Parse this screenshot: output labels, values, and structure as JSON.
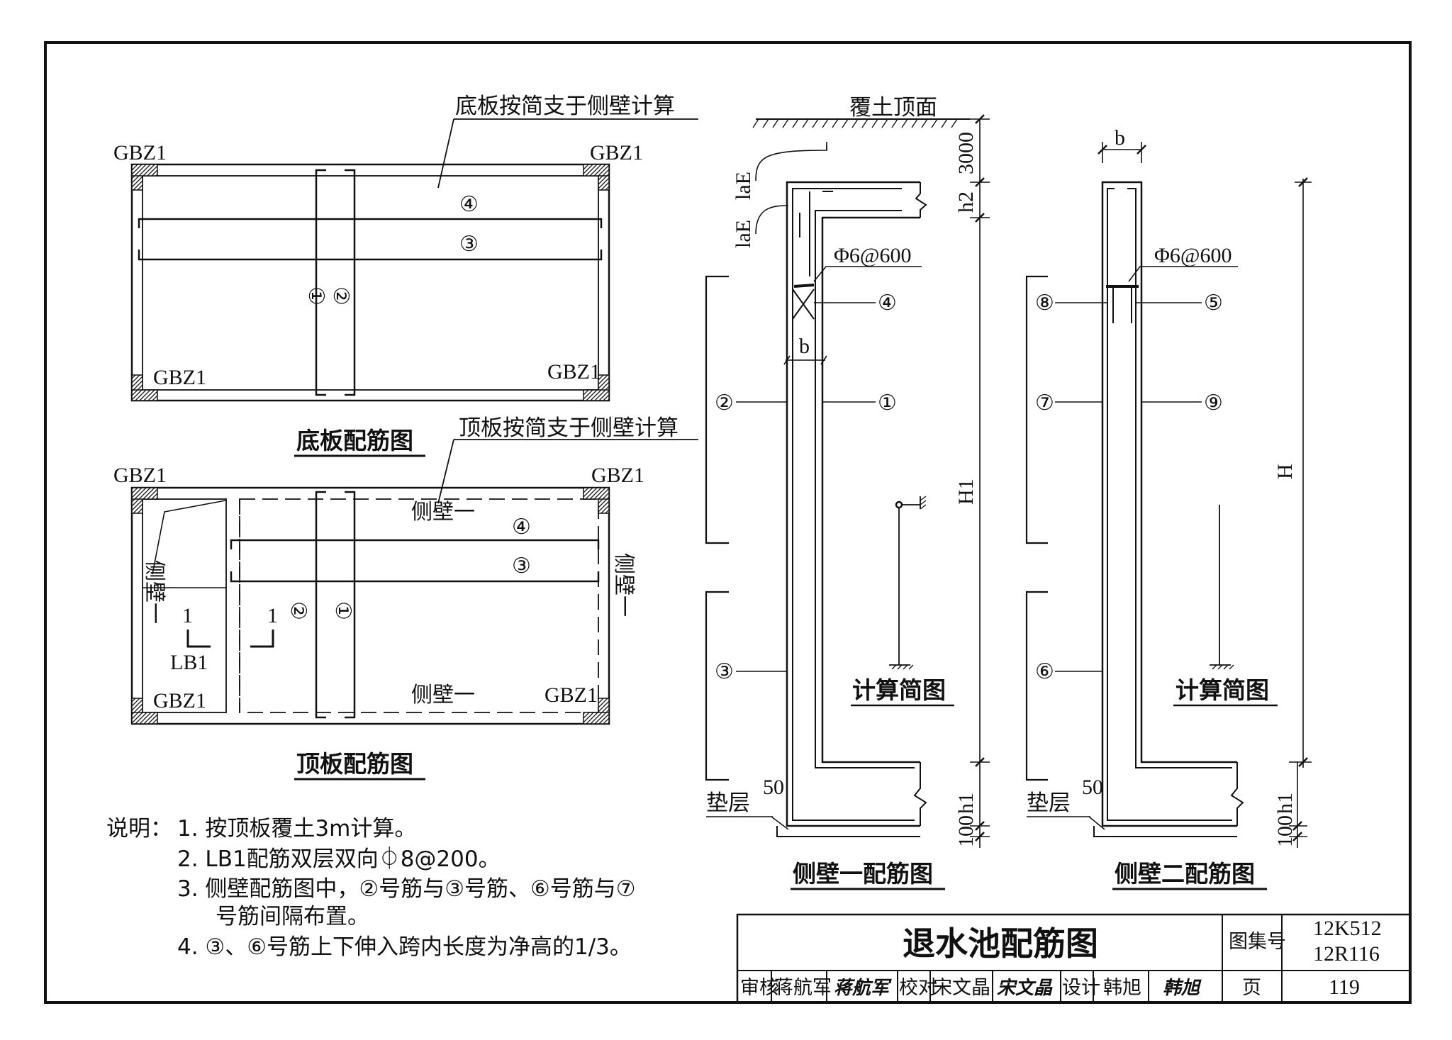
{
  "labels": {
    "gbz": "GBZ1",
    "bottom_note": "底板按简支于侧壁计算",
    "bottom_caption": "底板配筋图",
    "top_note": "顶板按简支于侧壁计算",
    "top_caption": "顶板配筋图",
    "side_wall_1": "侧壁一",
    "lb1": "LB1",
    "section_mark": "1",
    "soil_top": "覆土顶面",
    "d3000": "3000",
    "h2": "h2",
    "lae": "laE",
    "b": "b",
    "phi": "Φ6@600",
    "H1": "H1",
    "H": "H",
    "h1": "h1",
    "d100": "100",
    "d50": "50",
    "cushion": "垫层",
    "calc": "计算简图",
    "wall1_caption": "侧壁一配筋图",
    "wall2_caption": "侧壁二配筋图"
  },
  "bars": {
    "b1": "①",
    "b2": "②",
    "b3": "③",
    "b4": "④",
    "b5": "⑤",
    "b6": "⑥",
    "b7": "⑦",
    "b8": "⑧",
    "b9": "⑨"
  },
  "notes": {
    "head": "说明：",
    "n1": "1.  按顶板覆土3m计算。",
    "n2": "2.  LB1配筋双层双向⏀8@200。",
    "n3a": "3.  侧壁配筋图中，②号筋与③号筋、⑥号筋与⑦",
    "n3b": "号筋间隔布置。",
    "n4": "4.  ③、⑥号筋上下伸入跨内长度为净高的1/3。"
  },
  "title_block": {
    "title": "退水池配筋图",
    "atlas_label": "图集号",
    "atlas_1": "12K512",
    "atlas_2": "12R116",
    "review_label": "审核",
    "reviewer": "蒋航军",
    "reviewer_sig": "蒋航军",
    "check_label": "校对",
    "checker": "宋文晶",
    "checker_sig": "宋文晶",
    "design_label": "设计",
    "designer": "韩旭",
    "designer_sig": "韩旭",
    "page_label": "页",
    "page": "119"
  }
}
